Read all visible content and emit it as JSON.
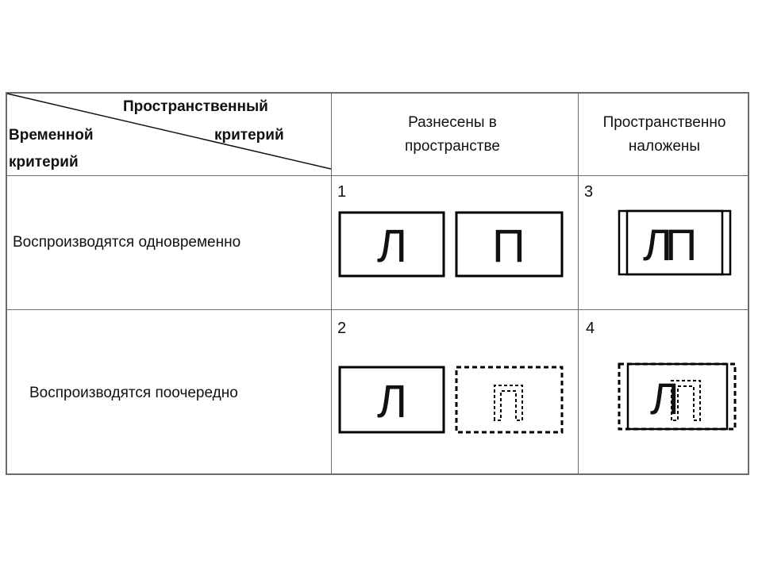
{
  "header": {
    "spatial_label": "Пространственный",
    "temporal_word": "Временной",
    "criterion_right": "критерий",
    "criterion_left": "критерий"
  },
  "columns": {
    "separated": "Разнесены в пространстве",
    "overlaid": "Пространственно наложены"
  },
  "rows": {
    "simultaneous": "Воспроизводятся одновременно",
    "sequential": "Воспроизводятся поочередно"
  },
  "cells": {
    "n1": "1",
    "n2": "2",
    "n3": "3",
    "n4": "4"
  },
  "letters": {
    "left": "Л",
    "right": "П"
  }
}
